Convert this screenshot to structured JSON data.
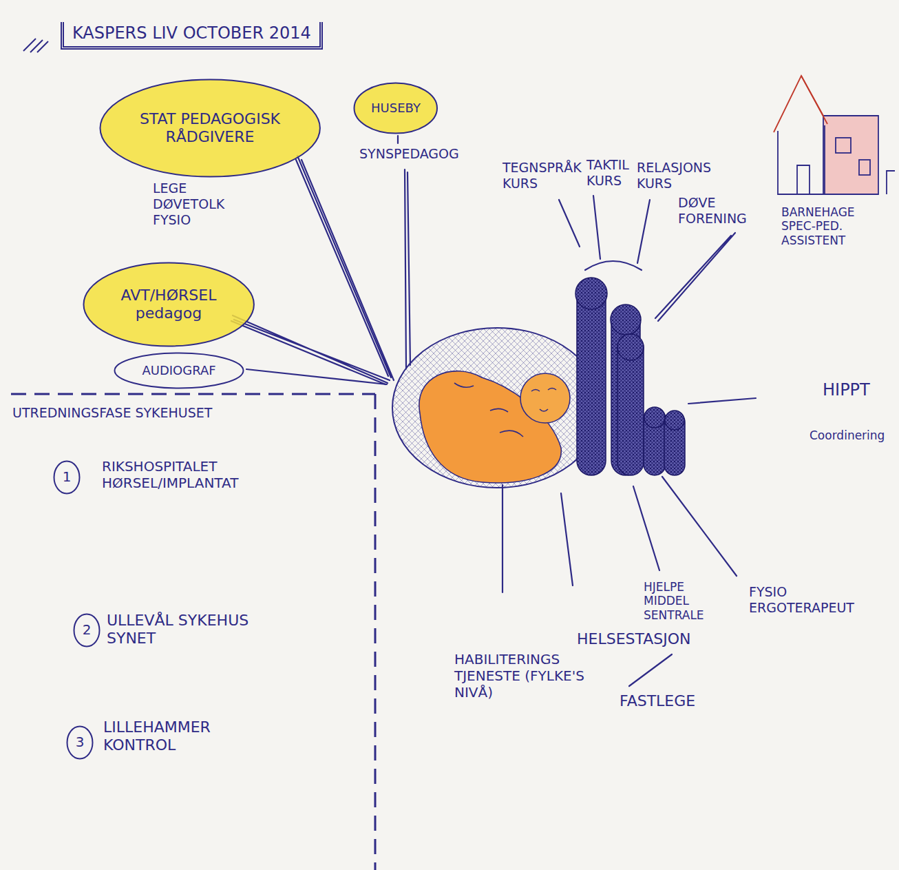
{
  "diagram": {
    "title": "KASPERS LIV OCTOBER 2014",
    "nodes": [
      {
        "text": [
          "STAT PEDAGOGISK RÅDGIVERE"
        ]
      },
      {
        "text": [
          "HUSEBY"
        ]
      },
      {
        "text": [
          "AVT/HØRSEL pedagog"
        ]
      },
      {
        "text": [
          "AUDIOGRAF"
        ]
      },
      {
        "text": [
          "1"
        ]
      },
      {
        "text": [
          "2"
        ]
      },
      {
        "text": [
          "3"
        ]
      }
    ],
    "labels": [
      "LEGE DØVETOLK FYSIO",
      "SYNSPEDAGOG",
      "TEGNSPRÅK KURS",
      "TAKTIL KURS",
      "RELASJONS KURS",
      "DØVE FORENING",
      "BARNEHAGE SPEC-PED. ASSISTENT",
      "UTREDNINGSFASE SYKEHUSET",
      "RIKSHOSPITALET HØRSEL/IMPLANTAT",
      "ULLEVÅL SYKEHUS SYNET",
      "LILLEHAMMER KONTROL",
      "HIPPT",
      "Coordinering",
      "HABILITERINGS TJENESTE (FYLKE'S NIVÅ)",
      "HELSESTASJON",
      "HJELPE MIDDEL SENTRALE",
      "FASTLEGE",
      "FYSIO ERGOTERAPEUT"
    ]
  }
}
